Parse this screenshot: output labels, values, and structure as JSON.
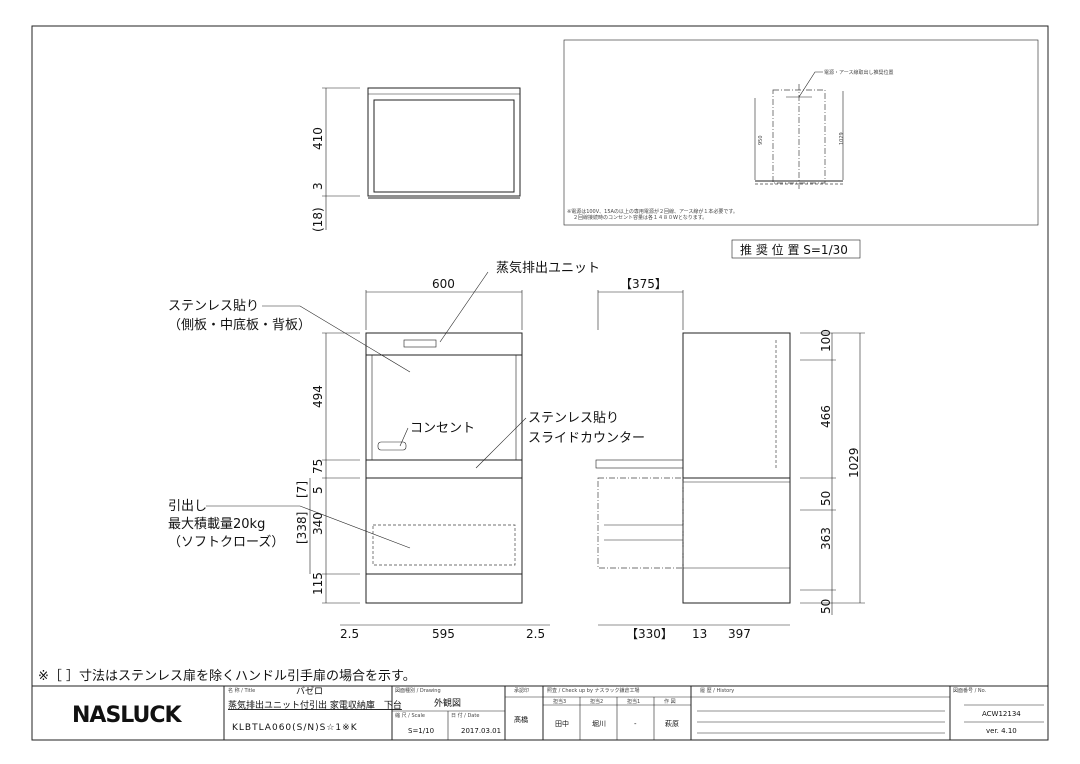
{
  "top_view": {
    "dims": [
      "410",
      "3",
      "(18)"
    ]
  },
  "power_box": {
    "callout": "電源・アース線取出し推奨位置",
    "dim_left": "950",
    "dim_right": "1029",
    "note1": "※電源は100V、15Aの以上の専用電源が２回線、アース線が１本必要です。",
    "note2": "２回線接続時のコンセント容量は各１４８０Wとなります。",
    "caption": "推 奨 位 置 S=1/30"
  },
  "front_view": {
    "labels": {
      "steam_unit": "蒸気排出ユニット",
      "stainless1": "ステンレス貼り",
      "stainless1b": "（側板・中底板・背板）",
      "outlet": "コンセント",
      "stainless2": "ステンレス貼り",
      "slide_counter": "スライドカウンター",
      "drawer": "引出し",
      "max_load": "最大積載量20kg",
      "soft_close": "（ソフトクローズ）"
    },
    "dims": {
      "width_top": "600",
      "h494": "494",
      "h75": "75",
      "h5": "5",
      "h340": "340",
      "h115": "115",
      "b7": "[7]",
      "b338": "[338]",
      "left_gap": "2.5",
      "width_bottom": "595",
      "right_gap": "2.5"
    }
  },
  "side_view": {
    "dims": {
      "top": "【375】",
      "b330": "【330】",
      "d13": "13",
      "d397": "397",
      "h100": "100",
      "h466": "466",
      "h50a": "50",
      "h363": "363",
      "h50b": "50",
      "total": "1029"
    }
  },
  "footnote": "※［ ］寸法はステンレス扉を除くハンドル引手扉の場合を示す。",
  "title_block": {
    "logo": "NASLUCK",
    "title_label": "名 称 / Title",
    "product_name": "バゼロ",
    "product_desc": "蒸気排出ユニット付引出 家電収納庫　下台",
    "model": "KLBTLA060(S/N)S☆1※K",
    "drawing_label": "図面種別 / Drawing",
    "drawing": "外観図",
    "scale_label": "縮 尺 / Scale",
    "scale": "S=1/10",
    "date_label": "日 付 / Date",
    "date": "2017.03.01",
    "approval_label": "承認印",
    "approver": "髙橋",
    "check_label": "照査 / Check up by ナスラック鎌倉工場",
    "check_cols": [
      "担当3",
      "担当2",
      "担当1",
      "作 図"
    ],
    "check_names": [
      "田中",
      "堀川",
      "-",
      "萩原"
    ],
    "history_label": "履 歴 / History",
    "no_label": "図面番号 / No.",
    "number": "ACW12134",
    "version": "ver. 4.10"
  }
}
